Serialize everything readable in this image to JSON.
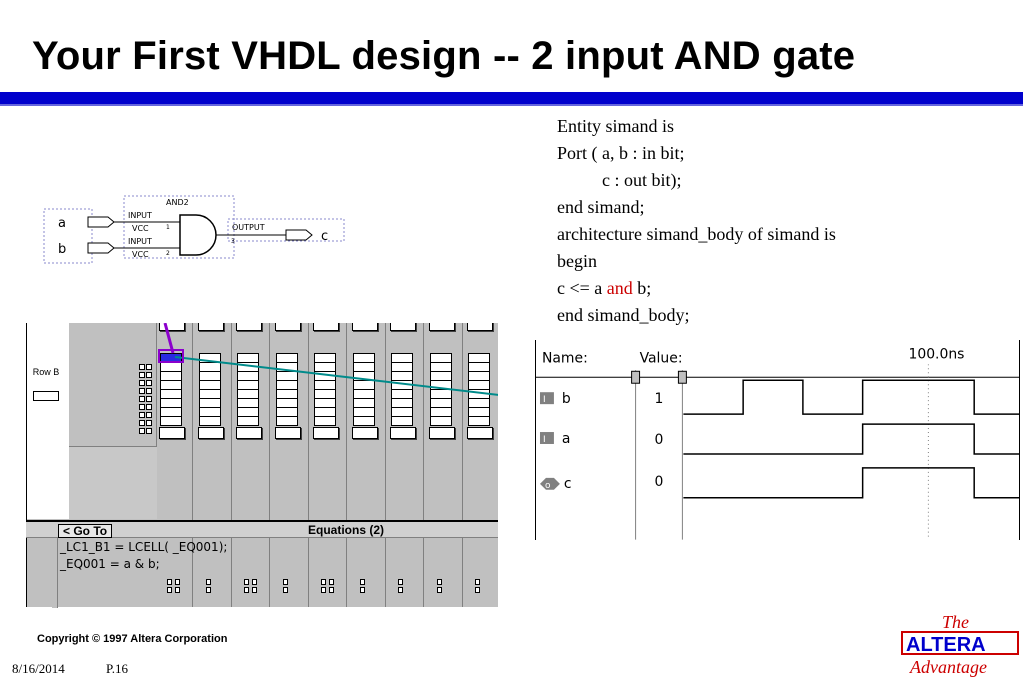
{
  "slide": {
    "title": "Your First VHDL design -- 2 input AND gate",
    "code_lines": [
      "Entity simand is",
      "Port ( a, b : in bit;",
      "          c : out bit);",
      "end simand;",
      "architecture simand_body of simand is",
      "begin"
    ],
    "code_assign_pre": "c <= a ",
    "code_assign_kw": "and",
    "code_assign_post": " b;",
    "code_end": "end simand_body;",
    "keyword_color": "#cc0000"
  },
  "schematic": {
    "input_a": "a",
    "input_b": "b",
    "output_c": "c",
    "gate_label": "AND2",
    "input_label_1": "INPUT",
    "input_vcc_1": "VCC",
    "input_label_2": "INPUT",
    "input_vcc_2": "VCC",
    "output_label": "OUTPUT",
    "pin_1": "1",
    "pin_2": "2",
    "pin_3": "3"
  },
  "floorplan": {
    "row_label": "Row B",
    "goto_label": "< Go To",
    "equations_title": "Equations (2)",
    "equation_lines": [
      "_LC1_B1 = LCELL( _EQ001);",
      "_EQ001 = a & b;"
    ],
    "highlight_color": "#2a2ae0",
    "route_color": "#008b8b"
  },
  "waveform": {
    "name_header": "Name:",
    "value_header": "Value:",
    "time_marker": "100.0ns",
    "signals": [
      {
        "icon": "input-pin-icon",
        "name": "b",
        "value": "1"
      },
      {
        "icon": "input-pin-icon",
        "name": "a",
        "value": "0"
      },
      {
        "icon": "output-pin-icon",
        "name": "c",
        "value": "0"
      }
    ]
  },
  "footer": {
    "copyright": "Copyright © 1997 Altera Corporation",
    "date": "8/16/2014",
    "page": "P.16"
  },
  "logo": {
    "line1": "The",
    "line2": "ALTERA",
    "line3": "Advantage",
    "color": "#cc0000",
    "accent": "#0000cc"
  }
}
